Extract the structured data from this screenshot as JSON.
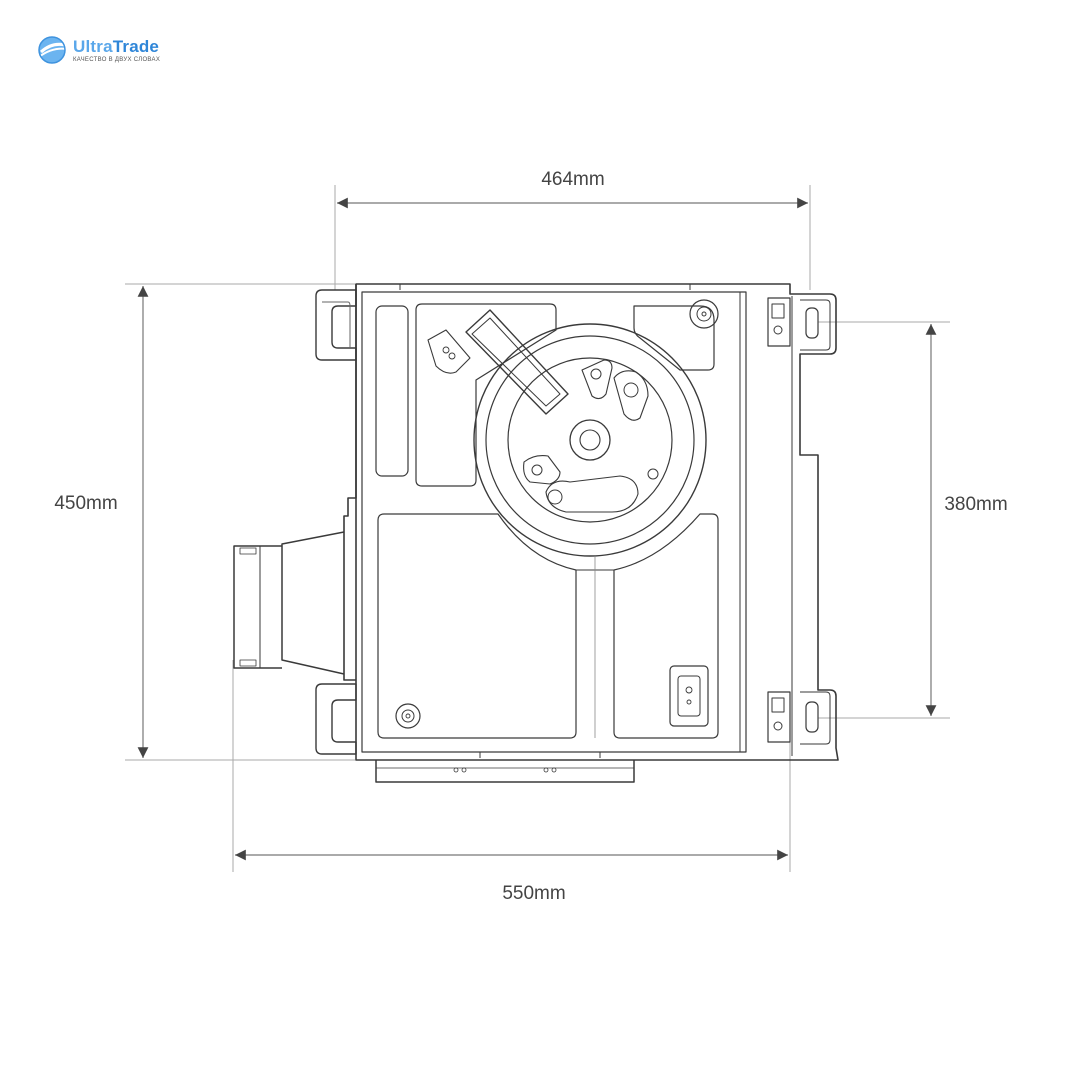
{
  "brand": {
    "name_part1": "Ultra",
    "name_part2": "Trade",
    "tagline": "КАЧЕСТВО В ДВУХ СЛОВАХ",
    "logo_icon": "globe-ring-icon",
    "color": "#2f86d8"
  },
  "dimensions": {
    "top_width": "464mm",
    "left_height": "450mm",
    "right_height": "380mm",
    "bottom_width": "550mm"
  },
  "colors": {
    "line": "#333333",
    "dim_line": "#999999",
    "arrow": "#444444"
  }
}
